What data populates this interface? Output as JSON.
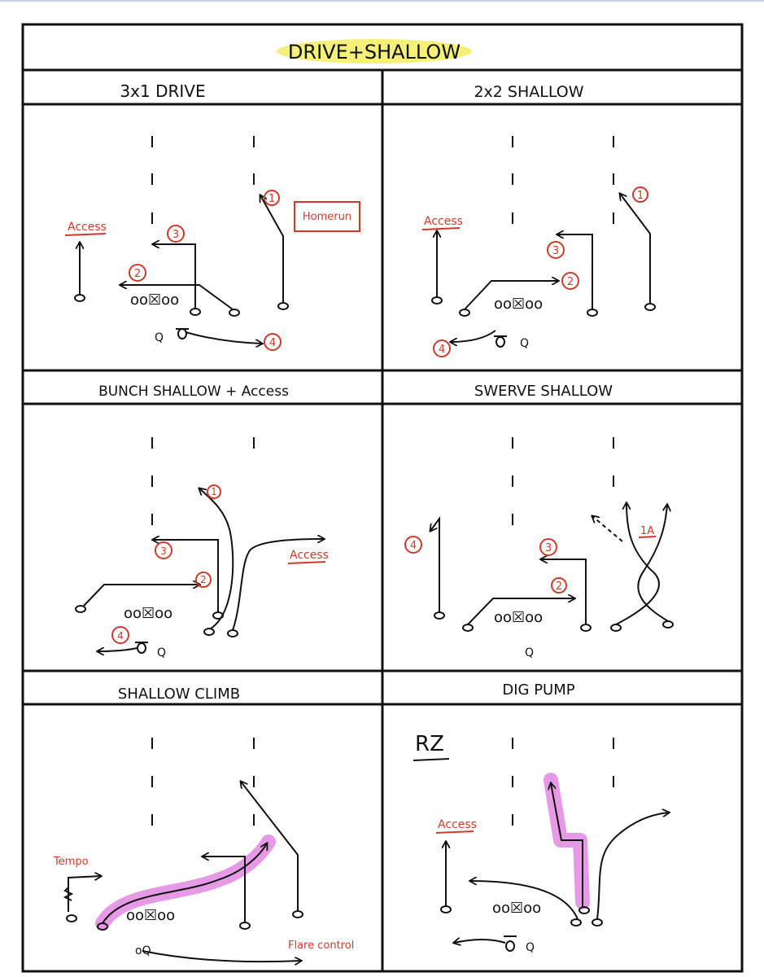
{
  "sheet": {
    "title": "DRIVE+SHALLOW",
    "highlight_color": "#f4f07a",
    "ink_color": "#111111",
    "red_color": "#d13a2a",
    "pink_color": "#e69ae6"
  },
  "panels": [
    {
      "title": "3x1 DRIVE",
      "labels": [
        "Access",
        "Homerun",
        "Q"
      ],
      "numbers": [
        "1",
        "2",
        "3",
        "4"
      ]
    },
    {
      "title": "2x2 SHALLOW",
      "labels": [
        "Access",
        "Q"
      ],
      "numbers": [
        "1",
        "2",
        "3",
        "4"
      ]
    },
    {
      "title": "BUNCH SHALLOW + Access",
      "labels": [
        "Access",
        "Q"
      ],
      "numbers": [
        "1",
        "2",
        "3",
        "4"
      ]
    },
    {
      "title": "SWERVE SHALLOW",
      "labels": [
        "1A",
        "Q"
      ],
      "numbers": [
        "2",
        "3",
        "4"
      ]
    },
    {
      "title": "SHALLOW CLIMB",
      "labels": [
        "Tempo",
        "Flare control"
      ],
      "numbers": []
    },
    {
      "title": "DIG PUMP",
      "labels": [
        "RZ",
        "Access",
        "Q"
      ],
      "numbers": []
    }
  ]
}
